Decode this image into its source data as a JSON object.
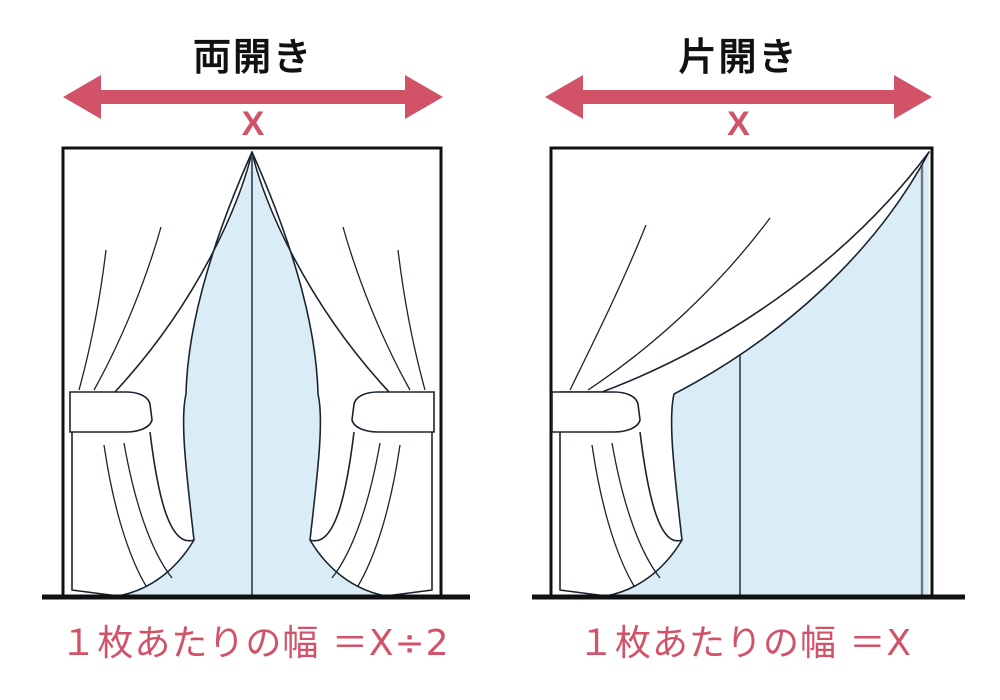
{
  "diagram": {
    "title_semantics": "curtain-width-calculation-diagram",
    "colors": {
      "accent_red": "#D25268",
      "glass_blue": "#DAEDF7",
      "outline": "#1A2430",
      "frame": "#111111",
      "text_dark": "#111111"
    },
    "panels": [
      {
        "id": "double-open",
        "title": "両開き",
        "measure_label": "X",
        "caption": "１枚あたりの幅 ＝X÷2",
        "arrow_name": "double-width-arrow",
        "curtain_count": 2
      },
      {
        "id": "single-open",
        "title": "片開き",
        "measure_label": "X",
        "caption": "１枚あたりの幅 ＝X",
        "arrow_name": "single-width-arrow",
        "curtain_count": 1
      }
    ]
  }
}
